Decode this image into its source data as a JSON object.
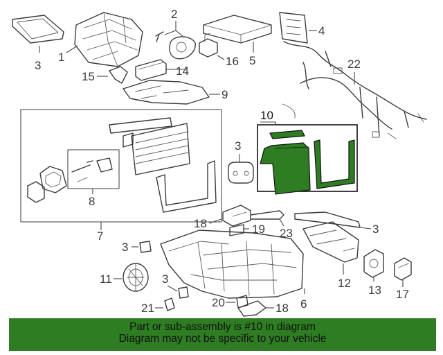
{
  "diagram": {
    "part_labels": {
      "p1": "1",
      "p2": "2",
      "p3a": "3",
      "p4": "4",
      "p5": "5",
      "p7": "7",
      "p8": "8",
      "p9": "9",
      "p10": "10",
      "p11": "11",
      "p12": "12",
      "p13": "13",
      "p14": "14",
      "p15": "15",
      "p16": "16",
      "p17": "17",
      "p18a": "18",
      "p18b": "18",
      "p19": "19",
      "p20": "20",
      "p21": "21",
      "p22": "22",
      "p23": "23",
      "p3b": "3",
      "p3c": "3",
      "p3d": "3",
      "p3e": "3",
      "p6": "6"
    },
    "highlight_color": "#2e7d22"
  },
  "banner": {
    "line1": "Part or sub-assembly is #10 in diagram",
    "line2": "Diagram may not be specific to your vehicle",
    "background": "#2e7d22"
  }
}
